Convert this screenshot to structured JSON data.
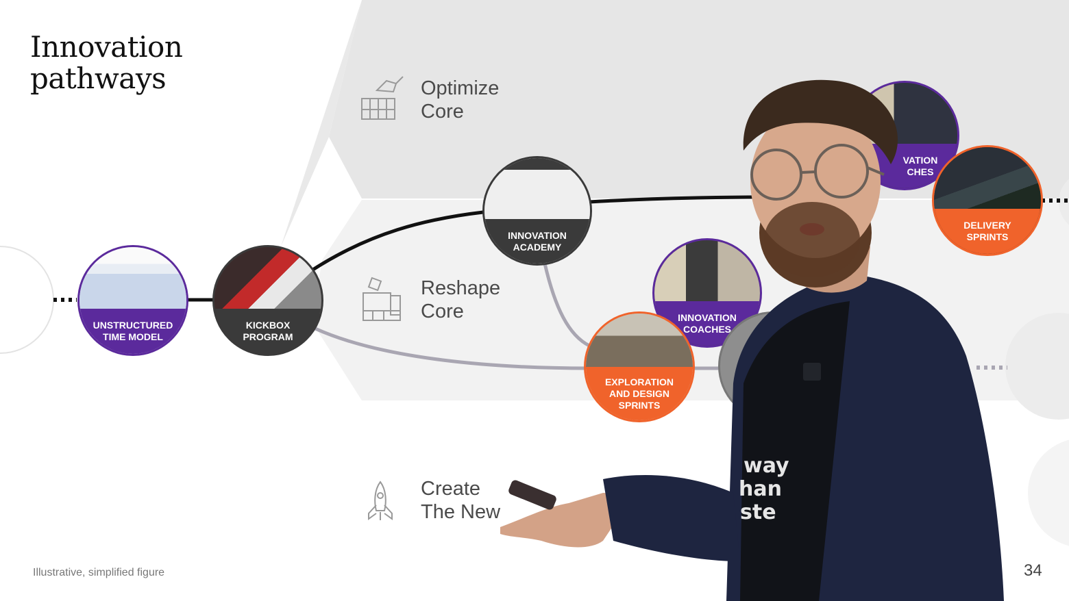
{
  "slide": {
    "title_line1": "Innovation",
    "title_line2": "pathways",
    "footnote": "Illustrative, simplified figure",
    "page_number": "34"
  },
  "lanes": [
    {
      "line1": "Optimize",
      "line2": "Core",
      "icon": "watering-can-icon"
    },
    {
      "line1": "Reshape",
      "line2": "Core",
      "icon": "building-blocks-icon"
    },
    {
      "line1": "Create",
      "line2": "The New",
      "icon": "rocket-icon"
    }
  ],
  "nodes": [
    {
      "label": "UNSTRUCTURED\nTIME MODEL",
      "band_color": "#5b2a9c"
    },
    {
      "label": "KICKBOX\nPROGRAM",
      "band_color": "#3a3a3a"
    },
    {
      "label": "INNOVATION\nACADEMY",
      "band_color": "#3a3a3a"
    },
    {
      "label": "INNOVATION\nCOACHES",
      "band_color": "#5b2a9c"
    },
    {
      "label": "EXPLORATION\nAND DESIGN\nSPRINTS",
      "band_color": "#f0632b"
    },
    {
      "label": "VATION\nCHES",
      "band_color": "#5b2a9c"
    },
    {
      "label": "DELIVERY\nSPRINTS",
      "band_color": "#f0632b"
    }
  ],
  "colors": {
    "purple": "#5b2a9c",
    "orange": "#f0632b",
    "dark": "#3a3a3a",
    "lane_gray": "#e6e6e6"
  }
}
